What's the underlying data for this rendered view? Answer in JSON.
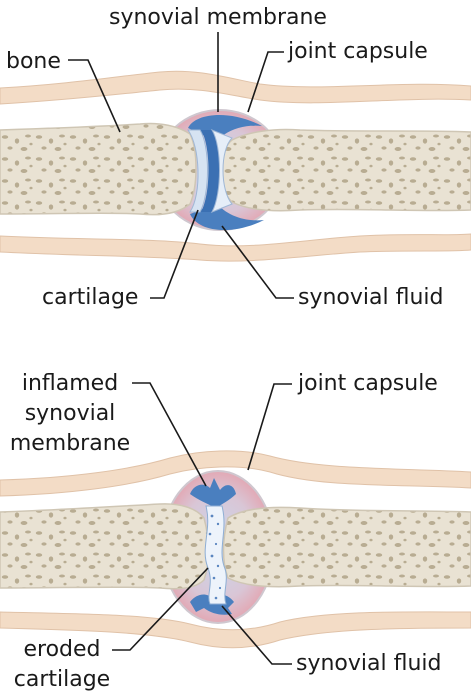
{
  "diagram": {
    "normal_joint": {
      "labels": {
        "synovial_membrane": "synovial membrane",
        "bone": "bone",
        "joint_capsule": "joint capsule",
        "cartilage": "cartilage",
        "synovial_fluid": "synovial fluid"
      }
    },
    "arthritic_joint": {
      "labels": {
        "inflamed_line1": "inflamed",
        "inflamed_line2": "synovial",
        "inflamed_line3": "membrane",
        "joint_capsule": "joint capsule",
        "eroded_line1": "eroded",
        "eroded_line2": "cartilage",
        "synovial_fluid": "synovial fluid"
      }
    }
  },
  "colors": {
    "skin": "#f3dcc6",
    "bone": "#ece6d9",
    "spongy": "#b5a98d",
    "capsule": "#e7bfc6",
    "synovial_blue": "#4a7fbf",
    "cartilage": "#d6e3f2"
  }
}
